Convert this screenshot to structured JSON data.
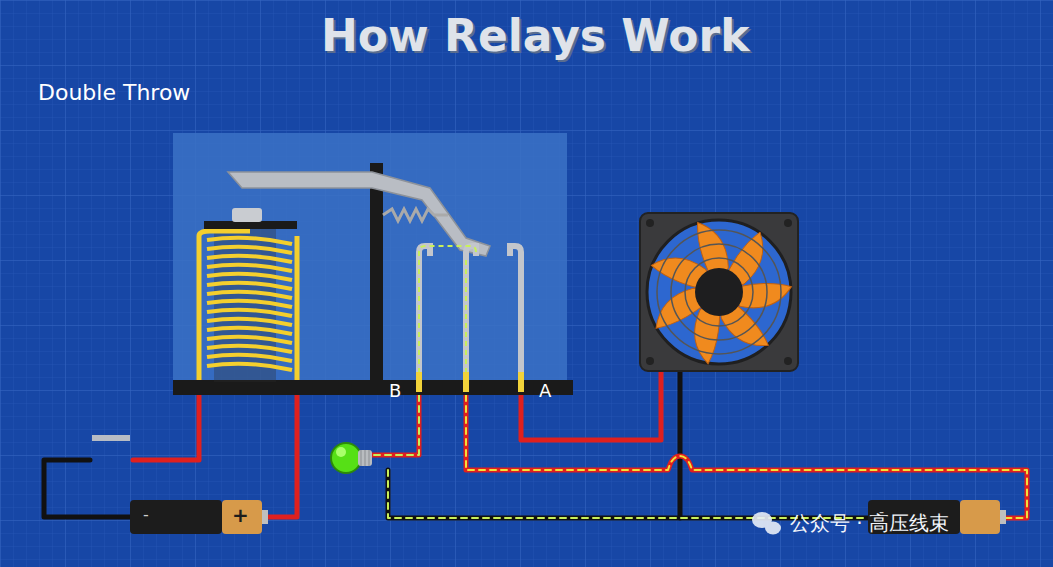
{
  "diagram": {
    "title": "How Relays Work",
    "labels": [
      "Double Throw",
      "B",
      "A",
      "-",
      "+",
      "-",
      "公众号 · 高压线束"
    ]
  }
}
